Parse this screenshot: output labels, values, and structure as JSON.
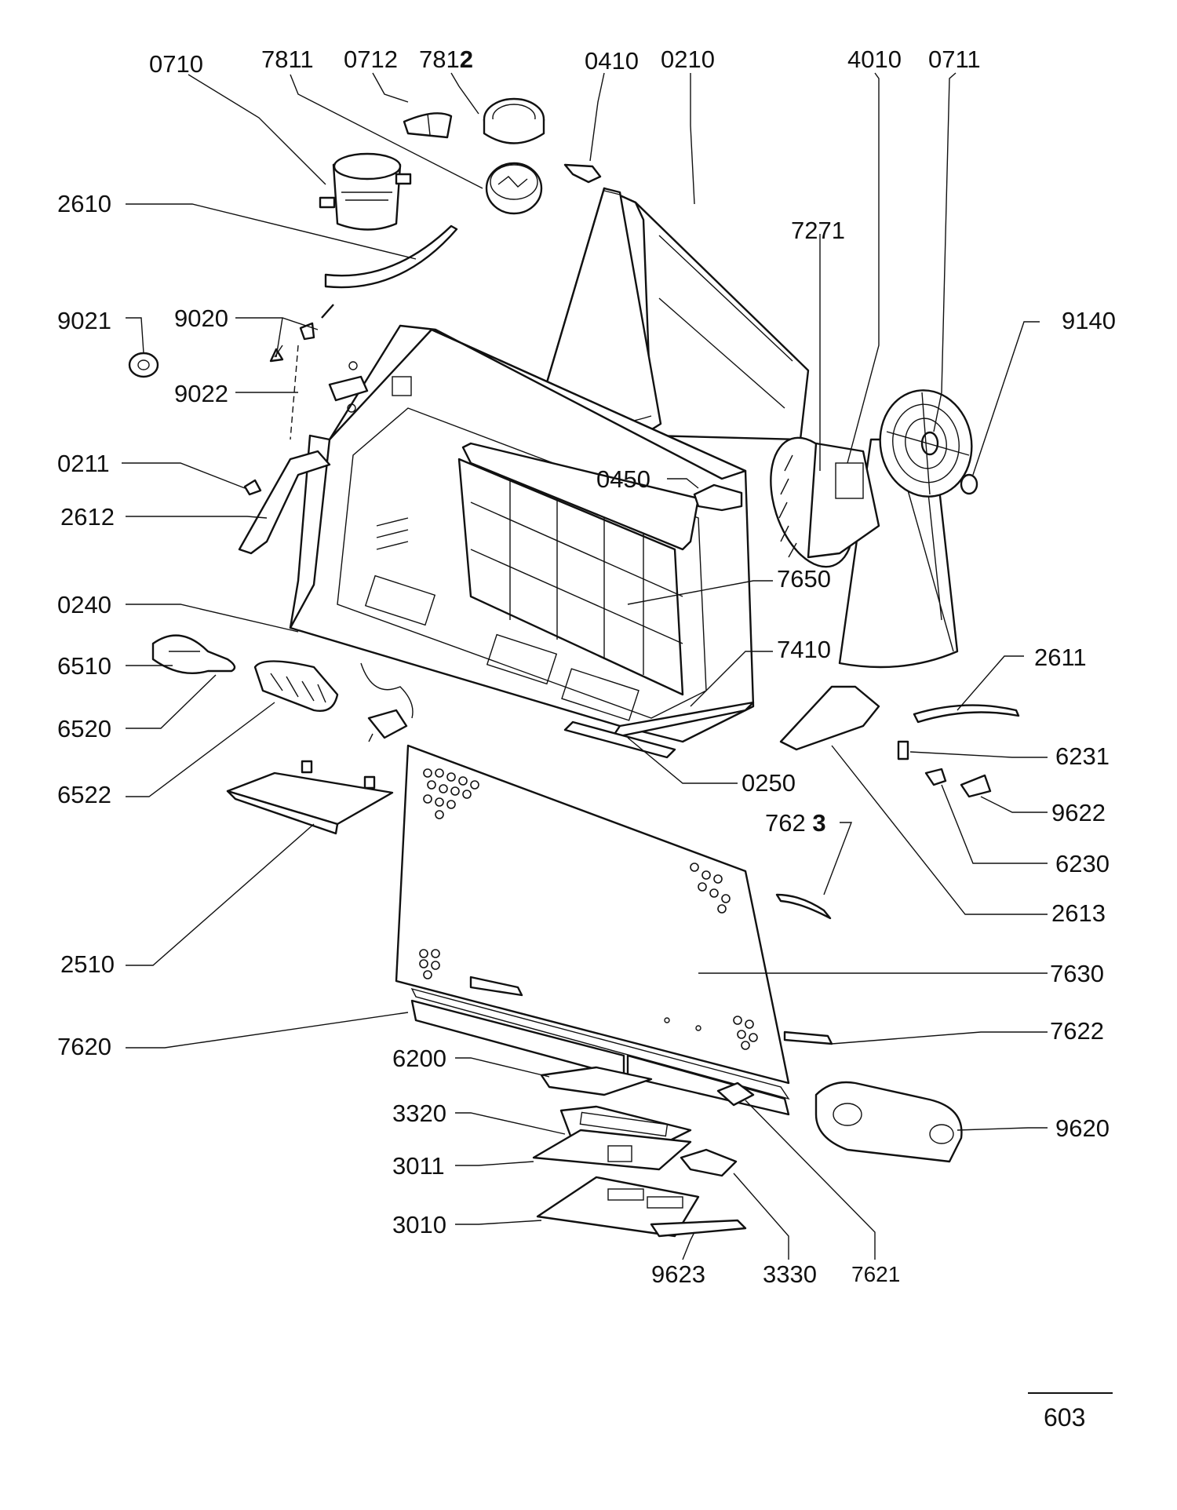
{
  "labels": {
    "l0710": {
      "main": "0710",
      "bold": ""
    },
    "l7811": {
      "main": "7811",
      "bold": ""
    },
    "l0712": {
      "main": "0712",
      "bold": ""
    },
    "l7812": {
      "main": "781",
      "bold": "2"
    },
    "l0410": {
      "main": "0410",
      "bold": ""
    },
    "l0210": {
      "main": "0210",
      "bold": ""
    },
    "l4010": {
      "main": "4010",
      "bold": ""
    },
    "l0711": {
      "main": "0711",
      "bold": ""
    },
    "l2610": {
      "main": "2610",
      "bold": ""
    },
    "l7271": {
      "main": "7271",
      "bold": ""
    },
    "l9021": {
      "main": "9021",
      "bold": ""
    },
    "l9020": {
      "main": "9020",
      "bold": ""
    },
    "l9140": {
      "main": "9140",
      "bold": ""
    },
    "l9022": {
      "main": "9022",
      "bold": ""
    },
    "l0211": {
      "main": "0211",
      "bold": ""
    },
    "l0450": {
      "main": "0450",
      "bold": ""
    },
    "l2612": {
      "main": "2612",
      "bold": ""
    },
    "l7650": {
      "main": "7650",
      "bold": ""
    },
    "l0240": {
      "main": "0240",
      "bold": ""
    },
    "l7410": {
      "main": "7410",
      "bold": ""
    },
    "l2611": {
      "main": "2611",
      "bold": ""
    },
    "l6510": {
      "main": "6510",
      "bold": ""
    },
    "l6520": {
      "main": "6520",
      "bold": ""
    },
    "l6231": {
      "main": "6231",
      "bold": ""
    },
    "l0250": {
      "main": "0250",
      "bold": ""
    },
    "l6522": {
      "main": "6522",
      "bold": ""
    },
    "l9622": {
      "main": "9622",
      "bold": ""
    },
    "l7623": {
      "main": "762 ",
      "bold": "3"
    },
    "l6230": {
      "main": "6230",
      "bold": ""
    },
    "l2613": {
      "main": "2613",
      "bold": ""
    },
    "l2510": {
      "main": "2510",
      "bold": ""
    },
    "l7630": {
      "main": "7630",
      "bold": ""
    },
    "l7620": {
      "main": "7620",
      "bold": ""
    },
    "l7622": {
      "main": "7622",
      "bold": ""
    },
    "l6200": {
      "main": "6200",
      "bold": ""
    },
    "l3320": {
      "main": "3320",
      "bold": ""
    },
    "l9620": {
      "main": "9620",
      "bold": ""
    },
    "l3011": {
      "main": "3011",
      "bold": ""
    },
    "l3010": {
      "main": "3010",
      "bold": ""
    },
    "l9623": {
      "main": "9623",
      "bold": ""
    },
    "l3330": {
      "main": "3330",
      "bold": ""
    },
    "l7621": {
      "main": "7621",
      "bold": ""
    }
  },
  "page_number": "603"
}
